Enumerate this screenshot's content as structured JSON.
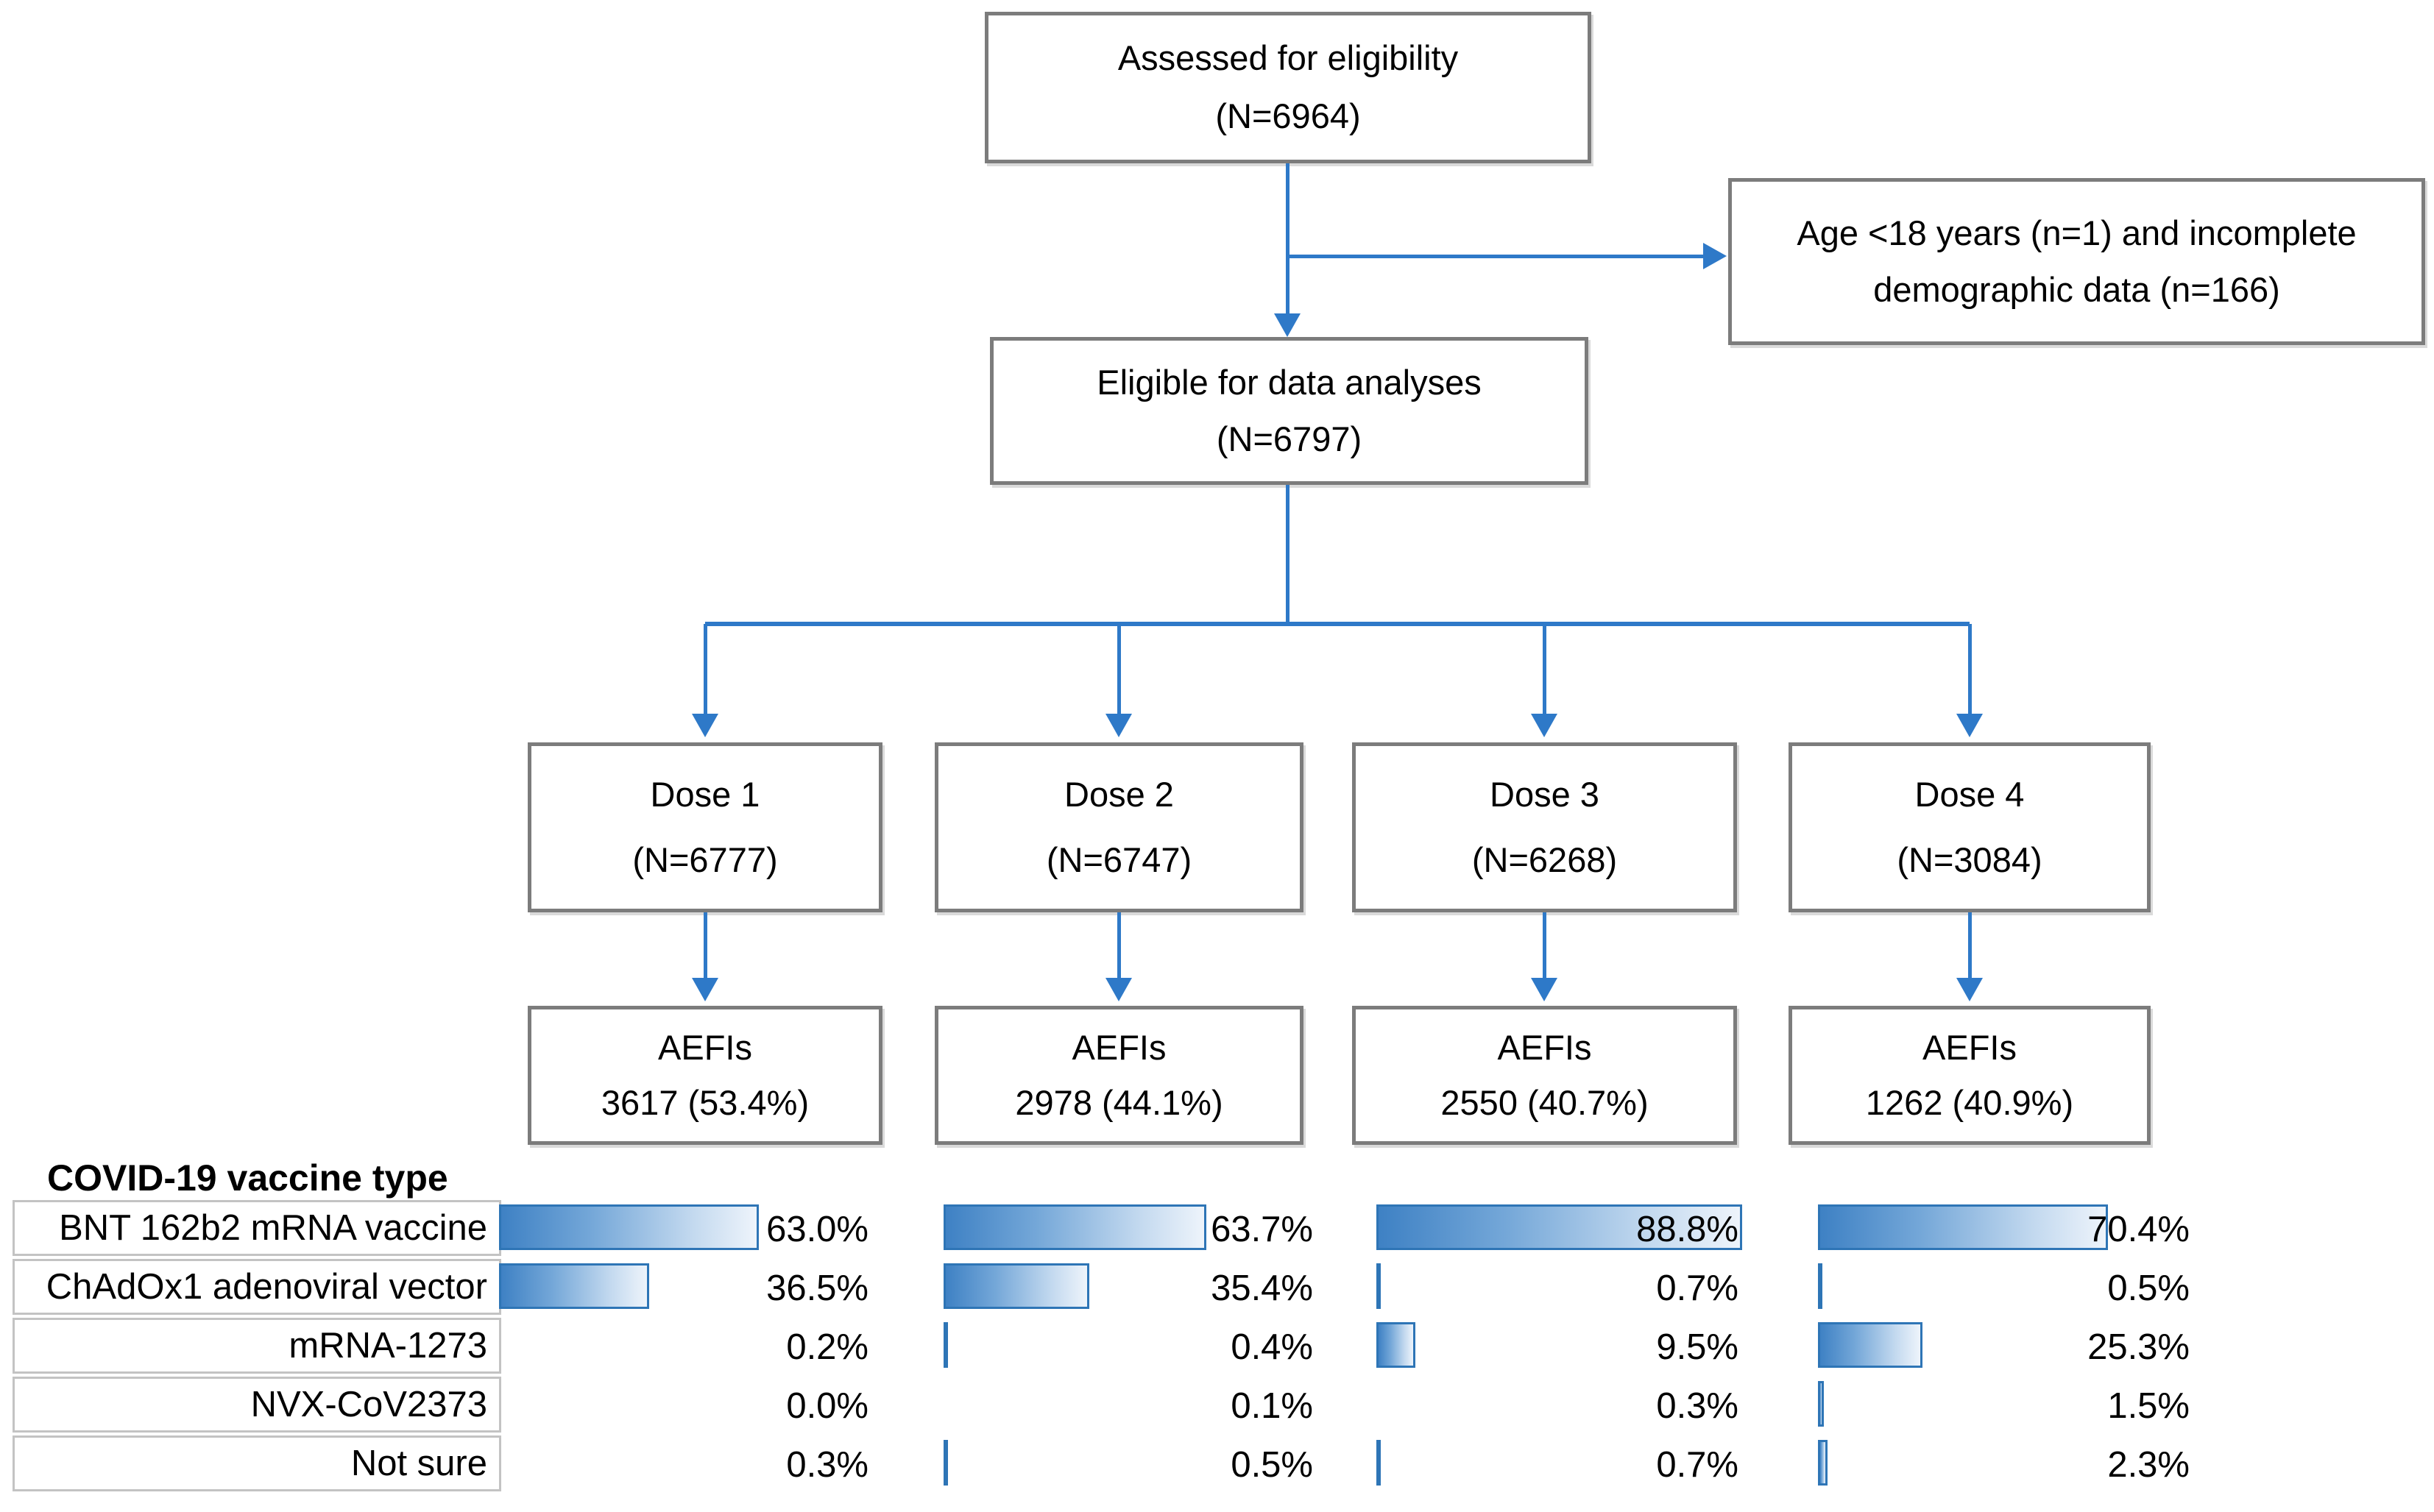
{
  "flowchart": {
    "assessed": {
      "line1": "Assessed for eligibility",
      "line2": "(N=6964)"
    },
    "excluded": {
      "line1": "Age <18 years (n=1) and incomplete",
      "line2": "demographic data (n=166)"
    },
    "eligible": {
      "line1": "Eligible for data analyses",
      "line2": "(N=6797)"
    },
    "doses": [
      {
        "label": "Dose 1",
        "n": "(N=6777)"
      },
      {
        "label": "Dose 2",
        "n": "(N=6747)"
      },
      {
        "label": "Dose 3",
        "n": "(N=6268)"
      },
      {
        "label": "Dose 4",
        "n": "(N=3084)"
      }
    ],
    "aefis": [
      {
        "label": "AEFIs",
        "value": "3617 (53.4%)"
      },
      {
        "label": "AEFIs",
        "value": "2978 (44.1%)"
      },
      {
        "label": "AEFIs",
        "value": "2550 (40.7%)"
      },
      {
        "label": "AEFIs",
        "value": "1262 (40.9%)"
      }
    ]
  },
  "vaccine_table": {
    "header": "COVID-19 vaccine type",
    "rows": [
      {
        "label": "BNT 162b2 mRNA vaccine",
        "values": [
          "63.0%",
          "63.7%",
          "88.8%",
          "70.4%"
        ],
        "pcts": [
          63.0,
          63.7,
          88.8,
          70.4
        ]
      },
      {
        "label": "ChAdOx1 adenoviral vector",
        "values": [
          "36.5%",
          "35.4%",
          "0.7%",
          "0.5%"
        ],
        "pcts": [
          36.5,
          35.4,
          0.7,
          0.5
        ]
      },
      {
        "label": "mRNA-1273",
        "values": [
          "0.2%",
          "0.4%",
          "9.5%",
          "25.3%"
        ],
        "pcts": [
          0.2,
          0.4,
          9.5,
          25.3
        ]
      },
      {
        "label": "NVX-CoV2373",
        "values": [
          "0.0%",
          "0.1%",
          "0.3%",
          "1.5%"
        ],
        "pcts": [
          0.0,
          0.1,
          0.3,
          1.5
        ]
      },
      {
        "label": "Not sure",
        "values": [
          "0.3%",
          "0.5%",
          "0.7%",
          "2.3%"
        ],
        "pcts": [
          0.3,
          0.5,
          0.7,
          2.3
        ]
      }
    ]
  },
  "colors": {
    "accent_blue": "#2E79C8",
    "bar_border": "#2E75B6",
    "bar_fill_start": "#3E81C4",
    "bar_fill_end": "#EEF4FB",
    "box_border": "#7C7C7C",
    "table_border": "#C3C3C3"
  },
  "chart_data": {
    "type": "bar",
    "orientation": "horizontal",
    "title": "COVID-19 vaccine type",
    "categories": [
      "BNT 162b2 mRNA vaccine",
      "ChAdOx1 adenoviral vector",
      "mRNA-1273",
      "NVX-CoV2373",
      "Not sure"
    ],
    "series": [
      {
        "name": "Dose 1 (N=6777)",
        "values": [
          63.0,
          36.5,
          0.2,
          0.0,
          0.3
        ]
      },
      {
        "name": "Dose 2 (N=6747)",
        "values": [
          63.7,
          35.4,
          0.4,
          0.1,
          0.5
        ]
      },
      {
        "name": "Dose 3 (N=6268)",
        "values": [
          88.8,
          0.7,
          9.5,
          0.3,
          0.7
        ]
      },
      {
        "name": "Dose 4 (N=3084)",
        "values": [
          70.4,
          0.5,
          25.3,
          1.5,
          2.3
        ]
      }
    ],
    "unit": "%",
    "xlim": [
      0,
      100
    ],
    "grid": false,
    "legend_position": "none"
  }
}
